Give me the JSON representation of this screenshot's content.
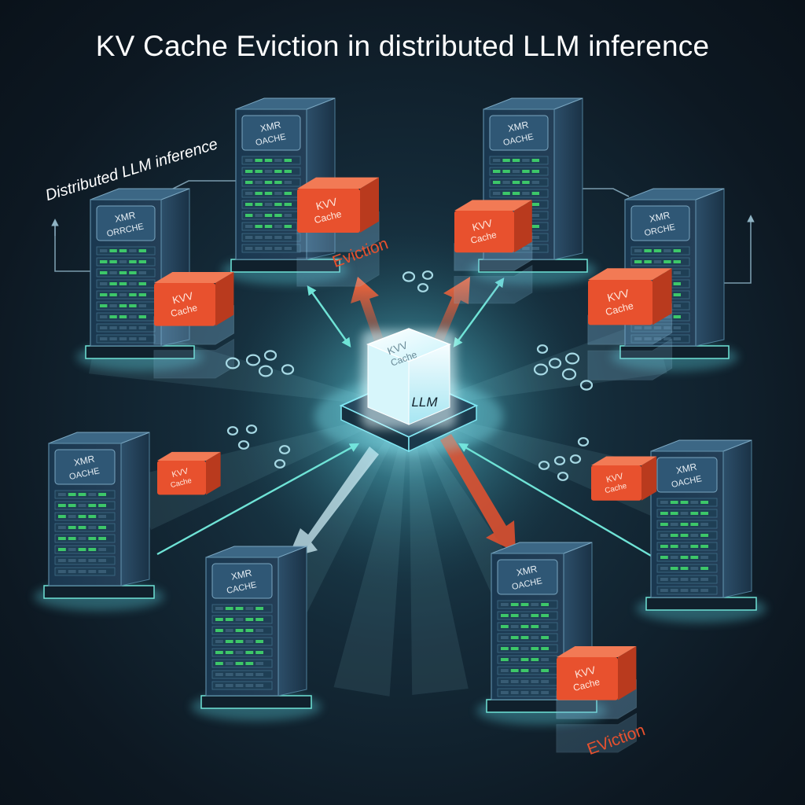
{
  "title": "KV Cache Eviction in distributed LLM inference",
  "subtitle": "Distributed LLM inference",
  "center_node": {
    "top_label_line1": "KVV",
    "top_label_line2": "Cache",
    "front_label": "LLM"
  },
  "server_top_label_line1": "XMR",
  "server_top_labels": {
    "s_left_upper": "ORRCHE",
    "s_top_center": "OACHE",
    "s_top_right": "OACHE",
    "s_right_upper": "ORCHE",
    "s_left_lower": "OACHE",
    "s_bottom_left": "CACHE",
    "s_bottom_right": "OACHE",
    "s_right_lower": "OACHE"
  },
  "kv_cube": {
    "line1": "KVV",
    "line2": "Cache"
  },
  "eviction_labels": {
    "top": "Eviction",
    "bottom": "EViction"
  },
  "colors": {
    "background": "#0d1822",
    "server_body": "#1c3a52",
    "server_led": "#3fcf6a",
    "kv_cube": "#e8512e",
    "link_cyan": "#6fe3d6",
    "eviction_red": "#e8512e",
    "center_glow": "#bff8ff"
  }
}
